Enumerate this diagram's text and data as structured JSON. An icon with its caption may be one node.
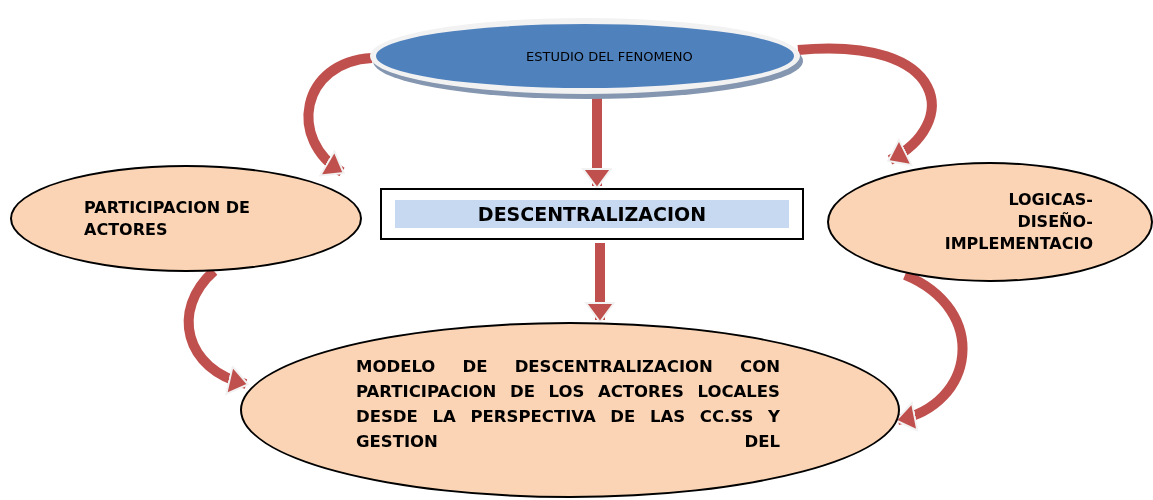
{
  "diagram": {
    "nodes": [
      {
        "text": [
          "ESTUDIO DEL FENOMENO"
        ]
      },
      {
        "text": [
          "PARTICIPACION DE ACTORES"
        ]
      },
      {
        "text": [
          "DESCENTRALIZACION"
        ]
      },
      {
        "text": [
          "LOGICAS- DISEÑO- IMPLEMENTACIO"
        ]
      },
      {
        "text": [
          "MODELO DE DESCENTRALIZACION CON PARTICIPACION DE LOS ACTORES LOCALES DESDE LA PERSPECTIVA DE LAS CC.SS Y GESTION DEL"
        ]
      }
    ],
    "edges": [
      {
        "from": 0,
        "to": 1,
        "arrow": "to"
      },
      {
        "from": 0,
        "to": 3,
        "arrow": "to"
      },
      {
        "from": 0,
        "to": 2,
        "arrow": "to"
      },
      {
        "from": 2,
        "to": 4,
        "arrow": "to"
      },
      {
        "from": 1,
        "to": 4,
        "arrow": "to"
      },
      {
        "from": 3,
        "to": 4,
        "arrow": "to"
      }
    ]
  }
}
